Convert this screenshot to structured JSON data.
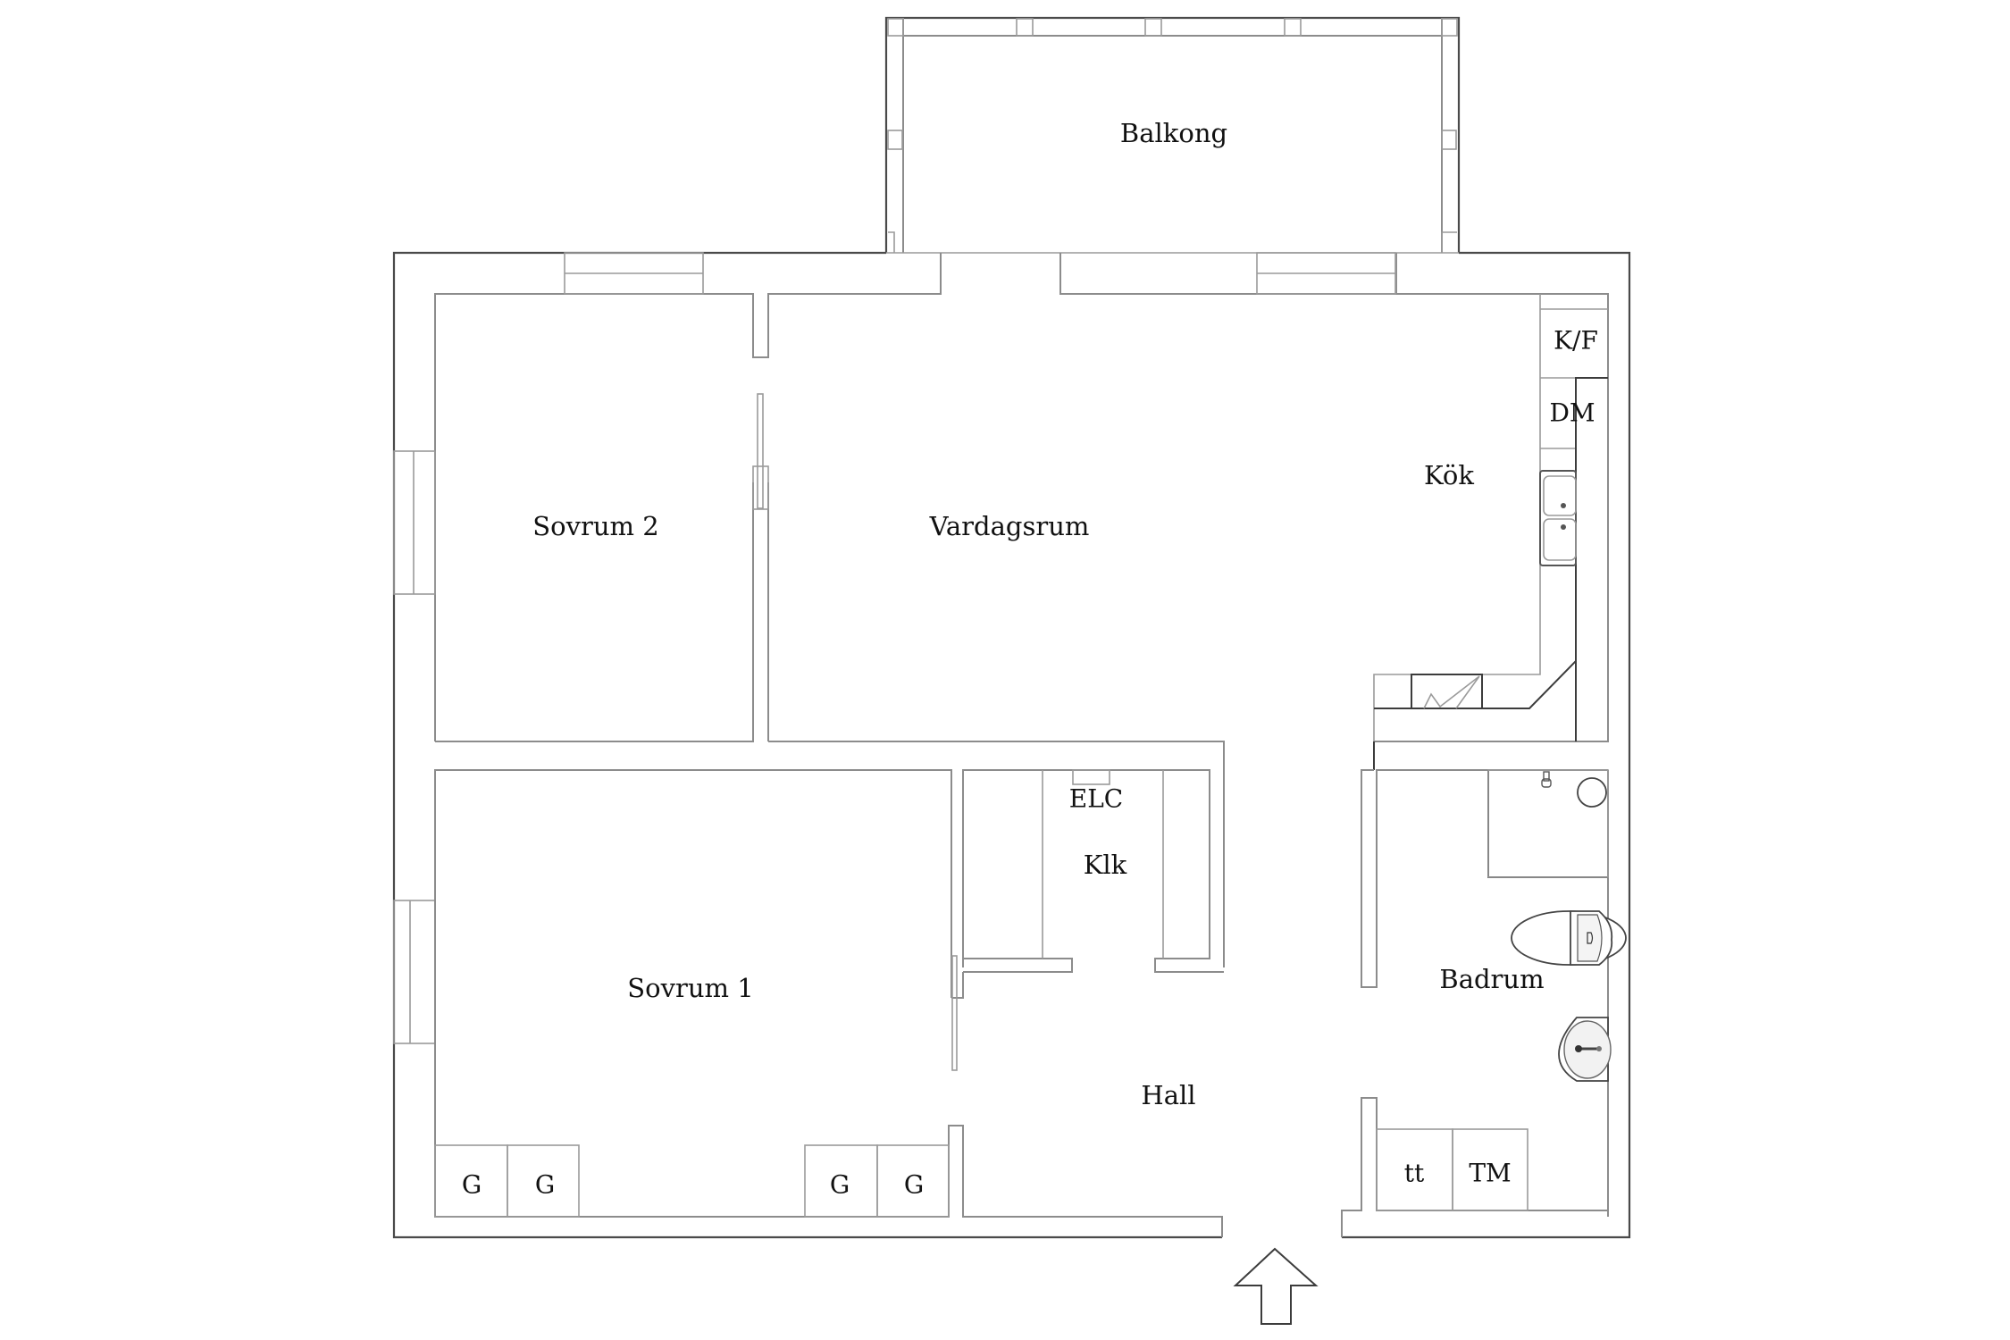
{
  "plan": {
    "type": "apartment-floor-plan",
    "entrance_direction": "up"
  },
  "rooms": {
    "balkong": "Balkong",
    "sovrum2": "Sovrum 2",
    "vardagsrum": "Vardagsrum",
    "kok": "Kök",
    "sovrum1": "Sovrum 1",
    "klk": "Klk",
    "hall": "Hall",
    "badrum": "Badrum"
  },
  "fixtures": {
    "kf": "K/F",
    "dm": "DM",
    "elc": "ELC",
    "tt": "tt",
    "tm": "TM",
    "wardrobes": [
      "G",
      "G",
      "G",
      "G"
    ]
  }
}
